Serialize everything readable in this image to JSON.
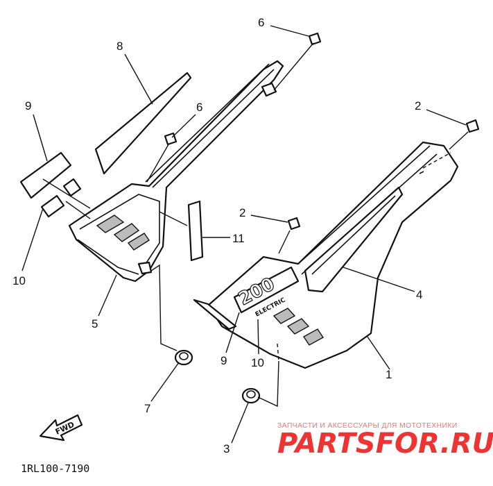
{
  "callouts": {
    "c1": "1",
    "c2a": "2",
    "c2b": "2",
    "c3": "3",
    "c4": "4",
    "c5": "5",
    "c6a": "6",
    "c6b": "6",
    "c7": "7",
    "c8": "8",
    "c9a": "9",
    "c9b": "9",
    "c10a": "10",
    "c10b": "10",
    "c11": "11"
  },
  "emblem": {
    "number": "200",
    "word": "ELECTRIC"
  },
  "fwd_label": "FWD",
  "diagram_code": "1RL100-7190",
  "watermark": {
    "tagline": "ЗАПЧАСТИ И АКСЕССУАРЫ ДЛЯ МОТОТЕХНИКИ",
    "logo": "PARTSFOR.RU"
  }
}
